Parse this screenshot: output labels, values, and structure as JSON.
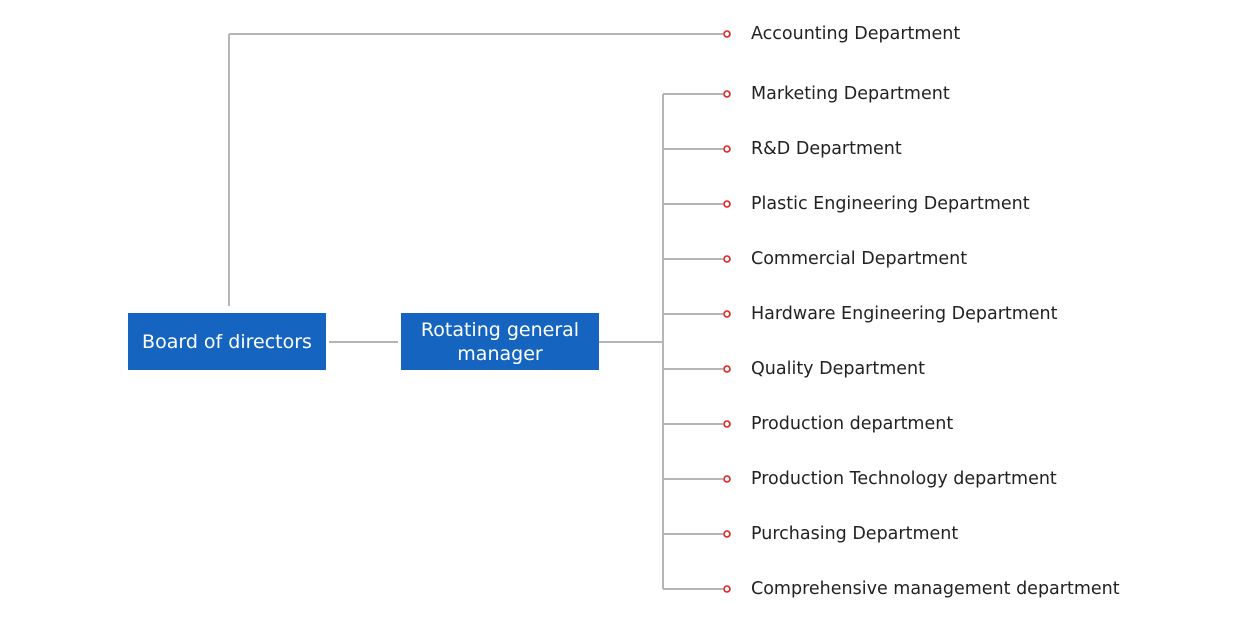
{
  "board": {
    "label": "Board of directors"
  },
  "manager": {
    "label": "Rotating general manager"
  },
  "departments": [
    {
      "label": "Accounting Department"
    },
    {
      "label": "Marketing Department"
    },
    {
      "label": "R&D Department"
    },
    {
      "label": "Plastic Engineering Department"
    },
    {
      "label": "Commercial Department"
    },
    {
      "label": "Hardware Engineering Department"
    },
    {
      "label": "Quality Department"
    },
    {
      "label": "Production department"
    },
    {
      "label": "Production Technology department"
    },
    {
      "label": "Purchasing Department"
    },
    {
      "label": "Comprehensive management department"
    }
  ],
  "colors": {
    "node_fill": "#1565c0",
    "node_text": "#ffffff",
    "connector": "#b5b5b5",
    "bullet": "#e02020",
    "label_text": "#222222"
  }
}
